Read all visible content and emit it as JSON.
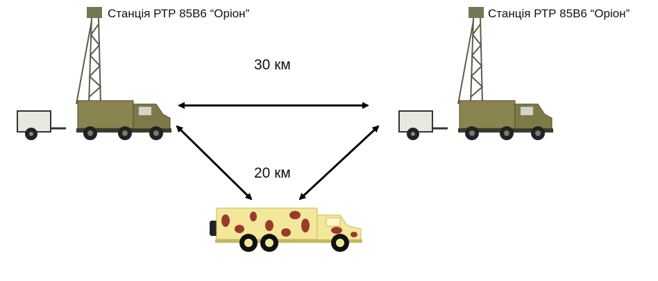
{
  "stations": [
    {
      "label": "Станція РТР 85В6 “Оріон”"
    },
    {
      "label": "Станція РТР 85В6 “Оріон”"
    }
  ],
  "distances": {
    "between_stations": "30 км",
    "to_command_vehicle": "20 км"
  },
  "colors": {
    "truck_body": "#8a8450",
    "camo_base": "#f3e79a",
    "camo_spots": "#9a3a2a",
    "arrow": "#000000"
  }
}
